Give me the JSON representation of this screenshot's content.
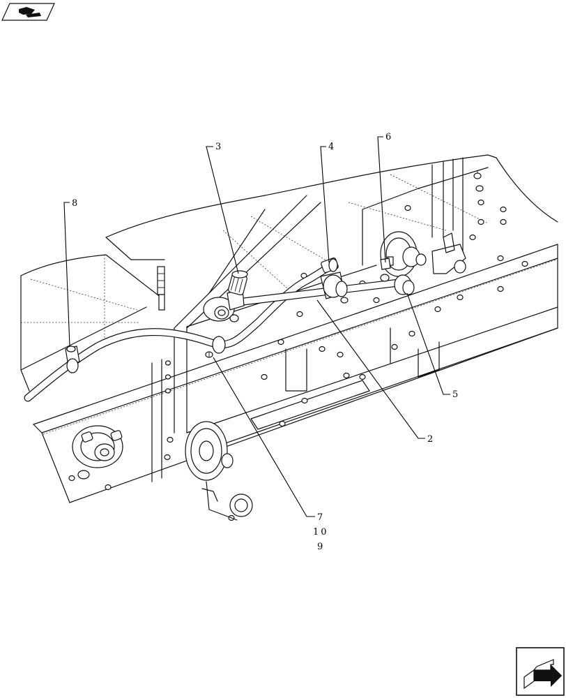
{
  "icons": {
    "top_left": "book-hand-icon",
    "bottom_right": "navigation-arrow-icon"
  },
  "callouts": [
    {
      "id": "c2",
      "text": "2"
    },
    {
      "id": "c3",
      "text": "3"
    },
    {
      "id": "c4",
      "text": "4"
    },
    {
      "id": "c5",
      "text": "5"
    },
    {
      "id": "c6",
      "text": "6"
    },
    {
      "id": "c7",
      "text": "7"
    },
    {
      "id": "c8",
      "text": "8"
    },
    {
      "id": "c10",
      "text": "10"
    },
    {
      "id": "c9",
      "text": "9"
    }
  ]
}
